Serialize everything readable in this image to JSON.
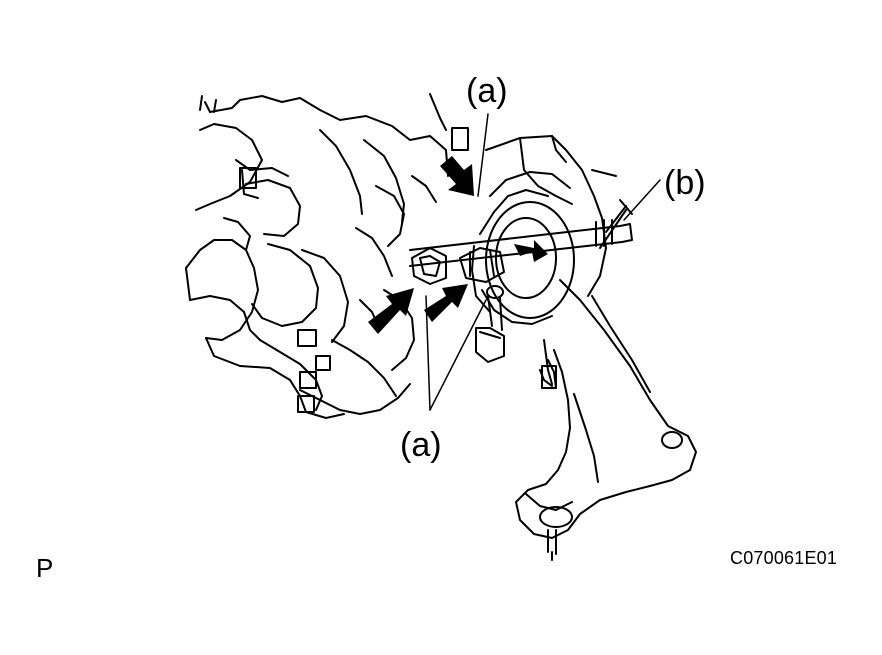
{
  "diagram": {
    "callouts": {
      "a_top": "(a)",
      "b": "(b)",
      "a_bottom": "(a)"
    },
    "view_letter": "P",
    "figure_code": "C070061E01"
  },
  "colors": {
    "ink": "#000000",
    "background": "#ffffff"
  },
  "arrows": {
    "count": 4,
    "icon": "black-arrow-icon"
  }
}
